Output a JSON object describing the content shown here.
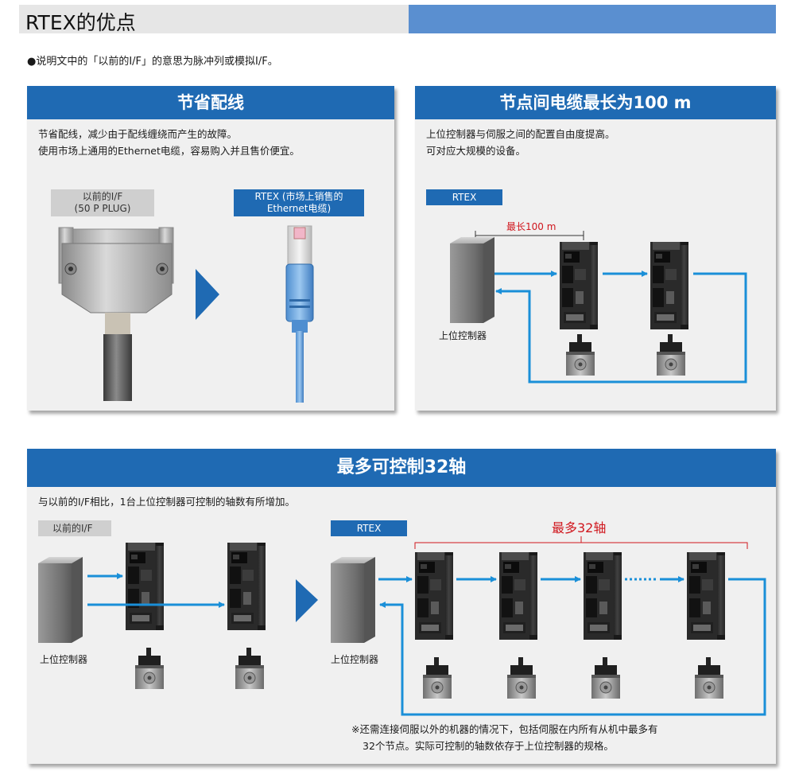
{
  "page_title": "RTEX的优点",
  "note": "●说明文中的「以前的I/F」的意思为脉冲列或模拟I/F。",
  "panel_wiring": {
    "heading": "节省配线",
    "line1": "节省配线，减少由于配线缠绕而产生的故障。",
    "line2": "使用市场上通用的Ethernet电缆，容易购入并且售价便宜。",
    "old_if_tag_line1": "以前的I/F",
    "old_if_tag_line2": "(50 P PLUG)",
    "rtex_tag_line1": "RTEX (市场上销售的",
    "rtex_tag_line2": "Ethernet电缆)"
  },
  "panel_distance": {
    "heading": "节点间电缆最长为100 m",
    "line1": "上位控制器与伺服之间的配置自由度提高。",
    "line2": "可对应大规模的设备。",
    "rtex_tag": "RTEX",
    "distance_label": "最长100 m",
    "controller_label": "上位控制器"
  },
  "panel_axes": {
    "heading": "最多可控制32轴",
    "intro": "与以前的I/F相比，1台上位控制器可控制的轴数有所增加。",
    "old_if_tag": "以前的I/F",
    "rtex_tag": "RTEX",
    "max_label": "最多32轴",
    "controller_label_left": "上位控制器",
    "controller_label_right": "上位控制器",
    "footnote_line1": "※还需连接伺服以外的机器的情况下，包括伺服在内所有从机中最多有",
    "footnote_line2": "32个节点。实际可控制的轴数依存于上位控制器的规格。"
  },
  "colors": {
    "brand_blue": "#1f6ab3",
    "arrow_blue": "#1a8fd8",
    "accent_red": "#d0161d",
    "panel_gray": "#f0f0f0"
  }
}
